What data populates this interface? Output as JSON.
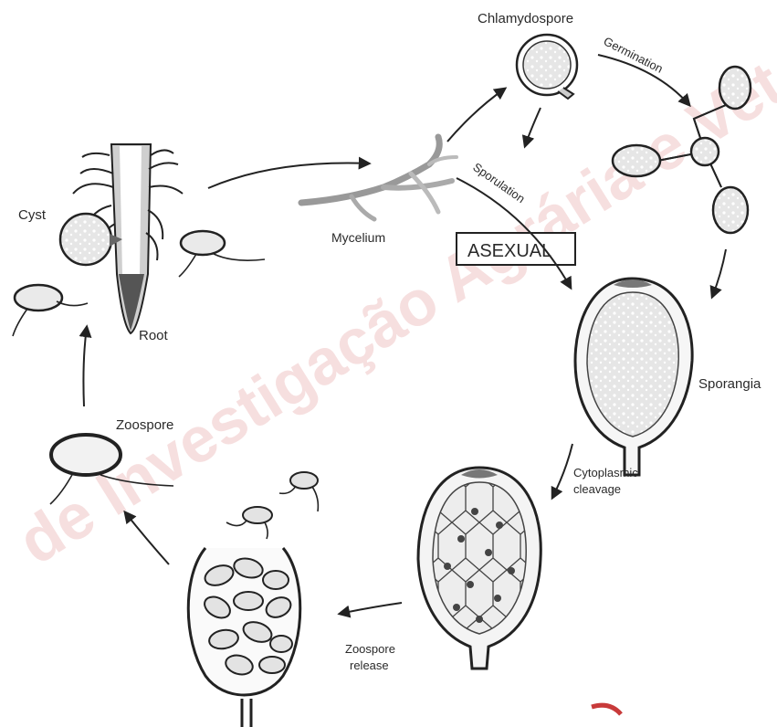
{
  "labels": {
    "chlamydospore": "Chlamydospore",
    "germination": "Germination",
    "sporulation": "Sporulation",
    "cyst": "Cyst",
    "root": "Root",
    "mycelium": "Mycelium",
    "asexual": "ASEXUAL",
    "sporangia": "Sporangia",
    "zoospore": "Zoospore",
    "cytoplasmic_line1": "Cytoplasmic",
    "cytoplasmic_line2": "cleavage",
    "release_line1": "Zoospore",
    "release_line2": "release"
  },
  "watermark": "de Investigação Agrária e Vet",
  "colors": {
    "watermark": "#f0c6c6",
    "ink": "#222222",
    "cell_fill": "#e9e9e9"
  }
}
